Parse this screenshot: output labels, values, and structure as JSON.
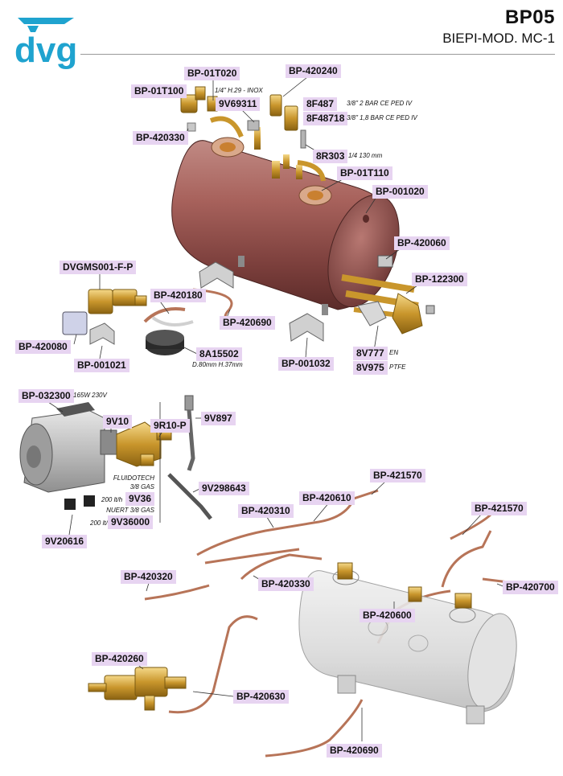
{
  "brand": {
    "logo_text": "dvg",
    "accent": "#1fa3cf"
  },
  "header": {
    "code": "BP05",
    "model": "BIEPI-MOD. MC-1"
  },
  "label_color": "#e7d4f1",
  "parts": {
    "bp_01t020": "BP-01T020",
    "bp_420240": "BP-420240",
    "bp_01t100": "BP-01T100",
    "v69311": "9V69311",
    "f487": "8F487",
    "f48718": "8F48718",
    "bp_420330_top": "BP-420330",
    "r303": "8R303",
    "bp_01t110": "BP-01T110",
    "bp_001020": "BP-001020",
    "bp_420060": "BP-420060",
    "dvgms001": "DVGMS001-F-P",
    "bp_122300": "BP-122300",
    "bp_420180": "BP-420180",
    "bp_420690_top": "BP-420690",
    "bp_420080": "BP-420080",
    "a15502": "8A15502",
    "bp_001021": "BP-001021",
    "bp_001032": "BP-001032",
    "v777": "8V777",
    "v975": "8V975",
    "bp_032300": "BP-032300",
    "v897": "9V897",
    "v10": "9V10",
    "r10p": "9R10-P",
    "v298643": "9V298643",
    "v36": "9V36",
    "v36000": "9V36000",
    "bp_421570_a": "BP-421570",
    "bp_420610": "BP-420610",
    "bp_421570_b": "BP-421570",
    "bp_420310": "BP-420310",
    "v20616": "9V20616",
    "bp_420320": "BP-420320",
    "bp_420330_bot": "BP-420330",
    "bp_420700": "BP-420700",
    "bp_420600": "BP-420600",
    "bp_420260": "BP-420260",
    "bp_420630": "BP-420630",
    "bp_420690_bot": "BP-420690"
  },
  "notes": {
    "inox": "1/4\" H.29 - INOX",
    "bar2": "3/8\" 2 BAR CE PED IV",
    "bar18": "3/8\" 1,8 BAR CE PED IV",
    "mm130": "1/4 130 mm",
    "en": "EN",
    "ptfe": "PTFE",
    "dim": "D.80mm H.37mm",
    "power": "165W 230V",
    "fluidotech": "FLUIDOTECH",
    "gas38": "3/8 GAS",
    "lth1": "200 lt/h",
    "nuert": "NUERT 3/8 GAS",
    "lth2": "200 lt/h"
  }
}
